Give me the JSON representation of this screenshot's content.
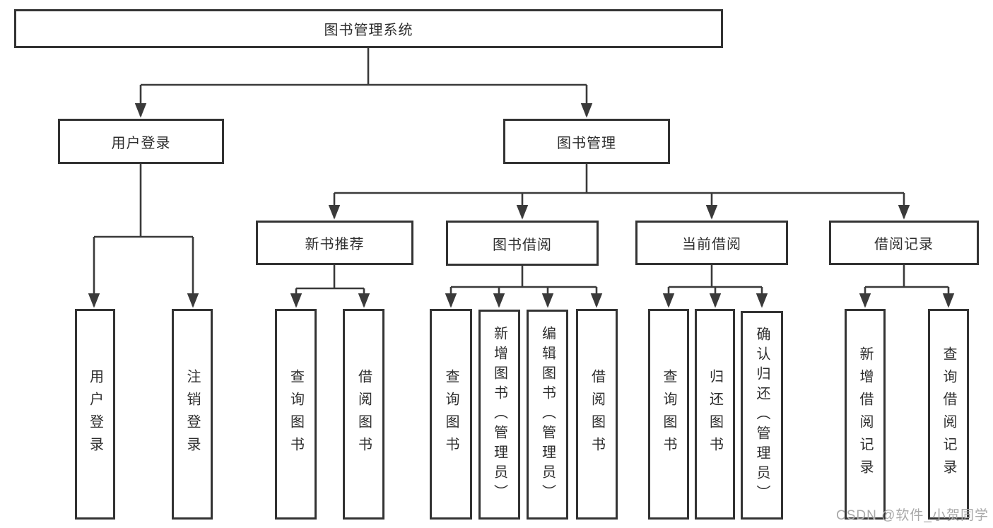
{
  "nodes": {
    "root": "图书管理系统",
    "user_login": "用户登录",
    "book_mgmt": "图书管理",
    "new_book": "新书推荐",
    "book_borrow": "图书借阅",
    "current_borrow": "当前借阅",
    "borrow_record": "借阅记录"
  },
  "leaves": {
    "user_login_1": "用户登录",
    "user_login_2": "注销登录",
    "new_book_1": "查询图书",
    "new_book_2": "借阅图书",
    "book_borrow_1": "查询图书",
    "book_borrow_2": "新增图书（管理员）",
    "book_borrow_3": "编辑图书（管理员）",
    "book_borrow_4": "借阅图书",
    "current_1": "查询图书",
    "current_2": "归还图书",
    "current_3": "确认归还（管理员）",
    "record_1": "新增借阅记录",
    "record_2": "查询借阅记录"
  },
  "watermark": "CSDN @软件_小贺同学",
  "colors": {
    "line": "#3a3a3a",
    "border": "#333333",
    "text": "#2e2e2e",
    "watermark": "#a9a9a9",
    "background": "#ffffff"
  }
}
